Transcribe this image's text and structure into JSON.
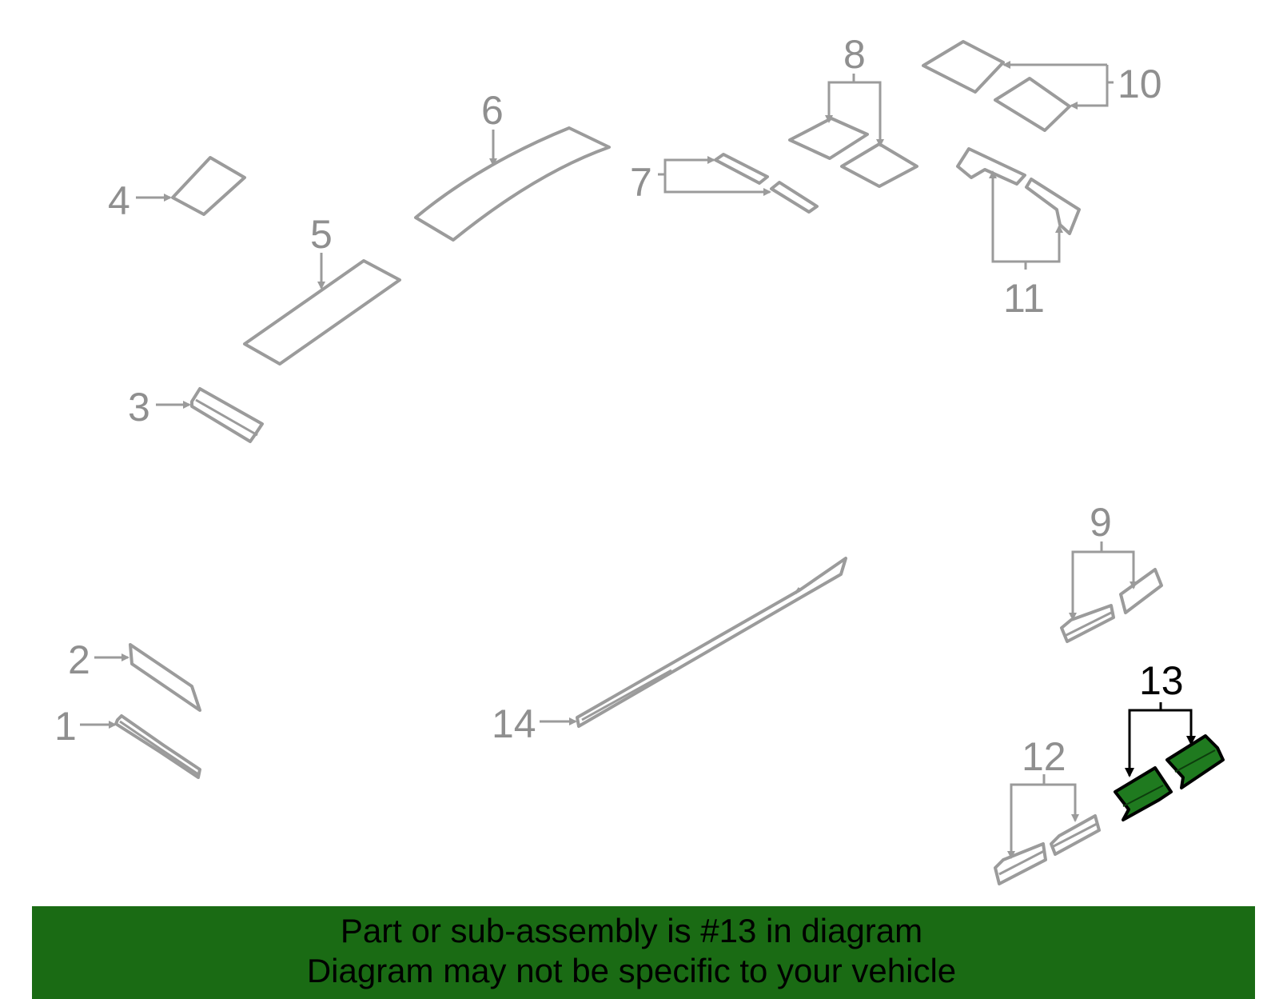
{
  "callouts": {
    "c1": "1",
    "c2": "2",
    "c3": "3",
    "c4": "4",
    "c5": "5",
    "c6": "6",
    "c7": "7",
    "c8": "8",
    "c9": "9",
    "c10": "10",
    "c11": "11",
    "c12": "12",
    "c13": "13",
    "c14": "14"
  },
  "highlight": {
    "part_number": "13",
    "fill_color": "#1f7a1f"
  },
  "banner": {
    "line1": "Part or sub-assembly is #13 in diagram",
    "line2": "Diagram may not be specific to your vehicle",
    "background_color": "#1a6b14"
  }
}
